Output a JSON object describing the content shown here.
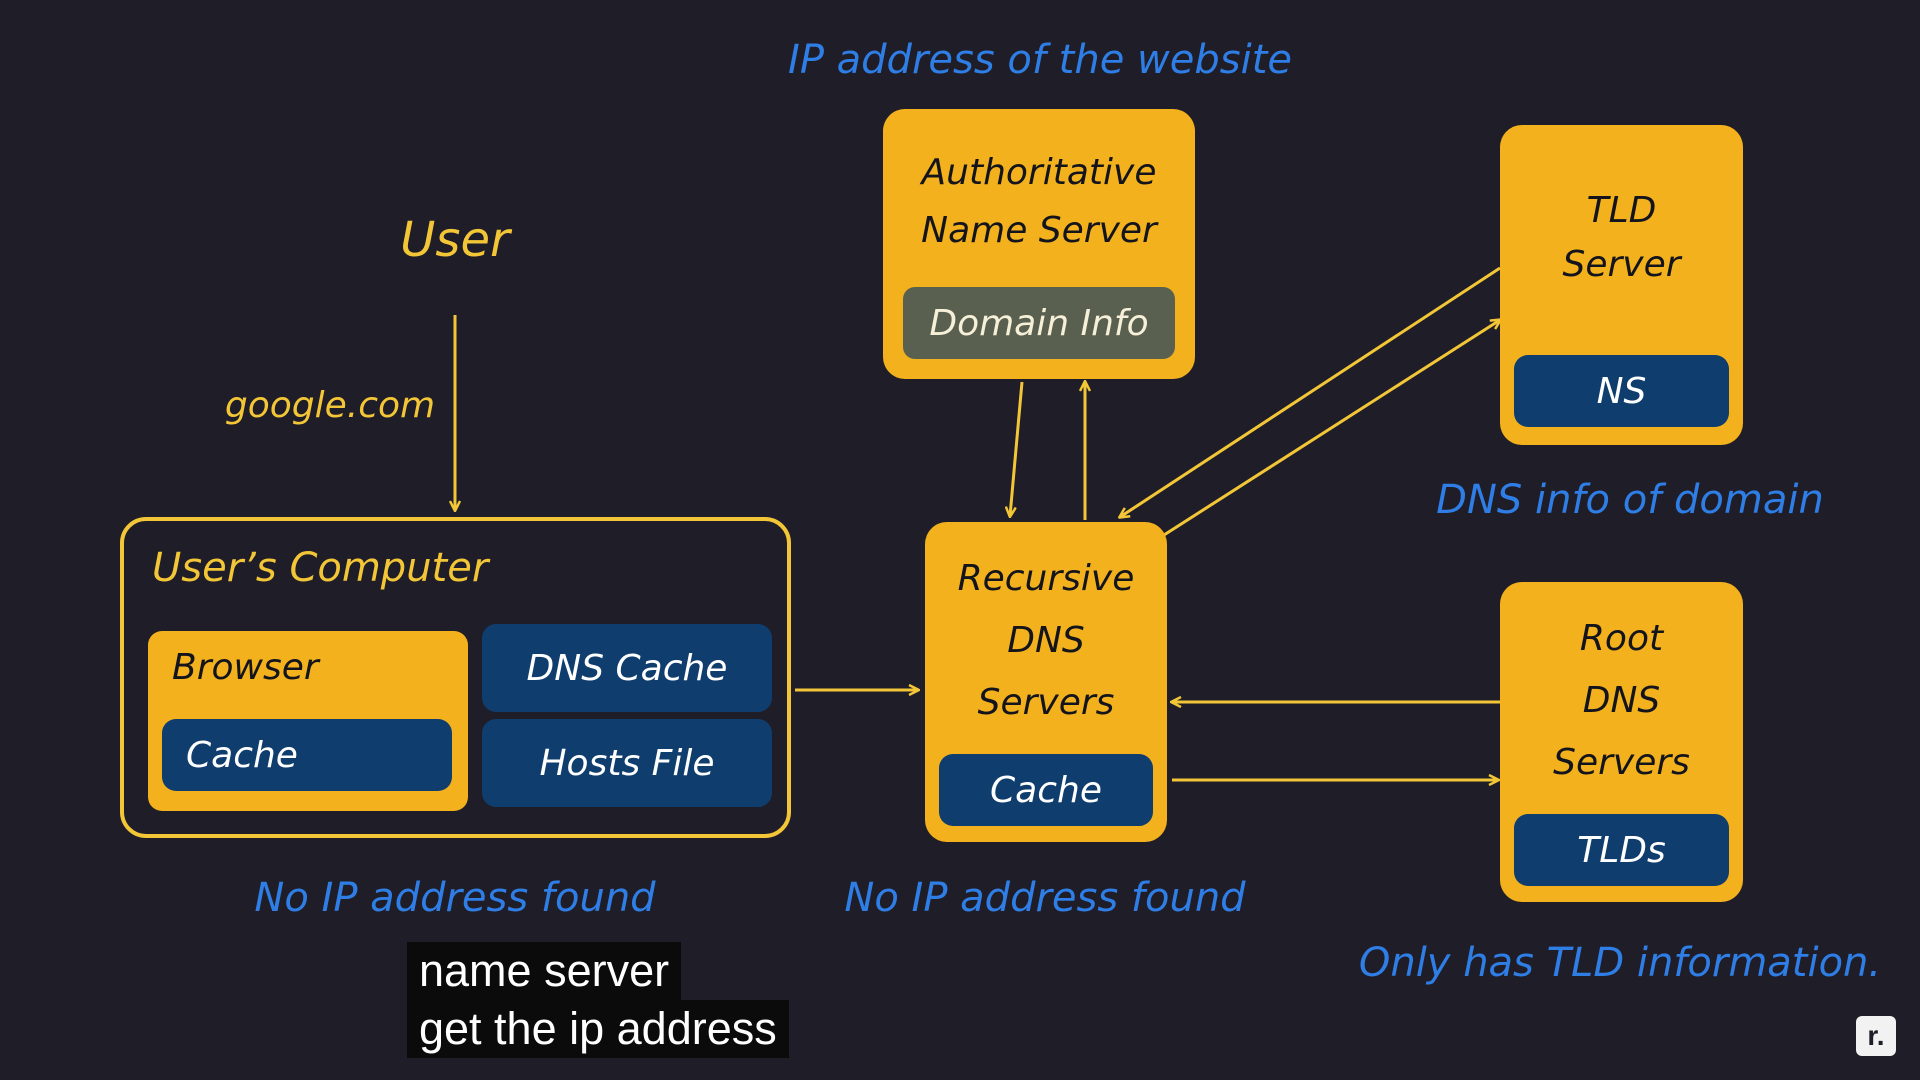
{
  "top_annotation": "IP address of the website",
  "user": {
    "label": "User",
    "query": "google.com"
  },
  "users_computer": {
    "title": "User’s Computer",
    "browser_label": "Browser",
    "browser_cache": "Cache",
    "dns_cache": "DNS Cache",
    "hosts_file": "Hosts File",
    "note": "No IP address found"
  },
  "authoritative": {
    "line1": "Authoritative",
    "line2": "Name Server",
    "domain_info": "Domain Info"
  },
  "recursive": {
    "line1": "Recursive",
    "line2": "DNS",
    "line3": "Servers",
    "cache": "Cache",
    "note": "No IP address found"
  },
  "tld": {
    "line1": "TLD",
    "line2": "Server",
    "ns": "NS",
    "note": "DNS info of domain"
  },
  "root": {
    "line1": "Root",
    "line2": "DNS",
    "line3": "Servers",
    "tlds": "TLDs",
    "note": "Only has TLD information."
  },
  "subtitles": {
    "line1": "name server",
    "line2": "get the ip address"
  },
  "logo_text": "r.",
  "colors": {
    "background": "#1e1d28",
    "accent_yellow": "#f3c637",
    "box_orange": "#f3b21d",
    "box_navy": "#0f3d6e",
    "annotation_blue": "#2f7ee6"
  }
}
